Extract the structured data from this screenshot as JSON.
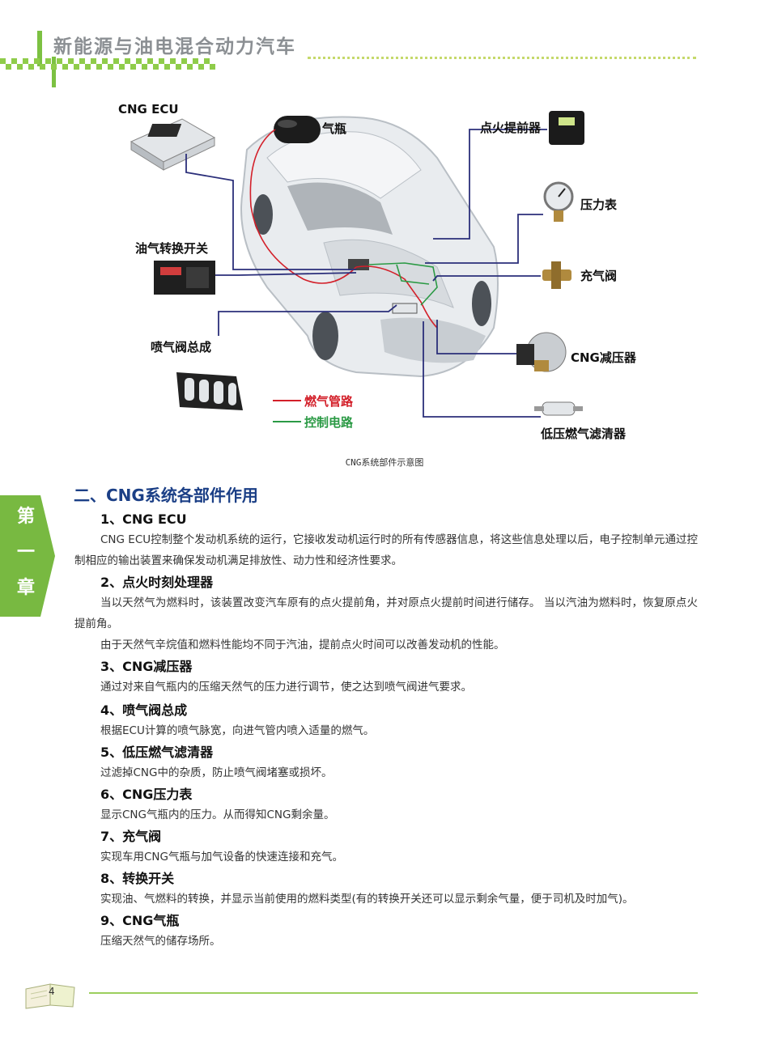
{
  "header": {
    "title": "新能源与油电混合动力汽车"
  },
  "diagram": {
    "labels": {
      "ecu": "CNG ECU",
      "cylinder": "气瓶",
      "ignition": "点火提前器",
      "gauge": "压力表",
      "switch": "油气转换开关",
      "fill_valve": "充气阀",
      "injector": "喷气阀总成",
      "reducer": "CNG减压器",
      "filter": "低压燃气滤清器"
    },
    "legend": {
      "gas_line": "燃气管路",
      "control_line": "控制电路"
    },
    "colors": {
      "gas_line": "#d3202a",
      "control_line": "#2b9a45",
      "connector": "#2b2f7a"
    },
    "caption": "CNG系统部件示意图"
  },
  "side_tab": {
    "chars": [
      "第",
      "一",
      "章"
    ]
  },
  "section": {
    "title": "二、CNG系统各部件作用",
    "items": [
      {
        "title": "1、CNG ECU",
        "paras": [
          "CNG ECU控制整个发动机系统的运行，它接收发动机运行时的所有传感器信息，将这些信息处理以后，电子控制单元通过控制相应的输出装置来确保发动机满足排放性、动力性和经济性要求。"
        ]
      },
      {
        "title": "2、点火时刻处理器",
        "paras": [
          "当以天然气为燃料时，该装置改变汽车原有的点火提前角，并对原点火提前时间进行储存。  当以汽油为燃料时，恢复原点火提前角。",
          "由于天然气辛烷值和燃料性能均不同于汽油，提前点火时间可以改善发动机的性能。"
        ]
      },
      {
        "title": "3、CNG减压器",
        "paras": [
          "通过对来自气瓶内的压缩天然气的压力进行调节，使之达到喷气阀进气要求。"
        ]
      },
      {
        "title": "4、喷气阀总成",
        "paras": [
          "根据ECU计算的喷气脉宽，向进气管内喷入适量的燃气。"
        ]
      },
      {
        "title": "5、低压燃气滤清器",
        "paras": [
          "过滤掉CNG中的杂质，防止喷气阀堵塞或损坏。"
        ]
      },
      {
        "title": "6、CNG压力表",
        "paras": [
          "显示CNG气瓶内的压力。从而得知CNG剩余量。"
        ]
      },
      {
        "title": "7、充气阀",
        "paras": [
          "实现车用CNG气瓶与加气设备的快速连接和充气。"
        ]
      },
      {
        "title": "8、转换开关",
        "paras": [
          "实现油、气燃料的转换，并显示当前使用的燃料类型(有的转换开关还可以显示剩余气量，便于司机及时加气)。"
        ]
      },
      {
        "title": "9、CNG气瓶",
        "paras": [
          "压缩天然气的储存场所。"
        ]
      }
    ]
  },
  "footer": {
    "page_number": "4"
  }
}
